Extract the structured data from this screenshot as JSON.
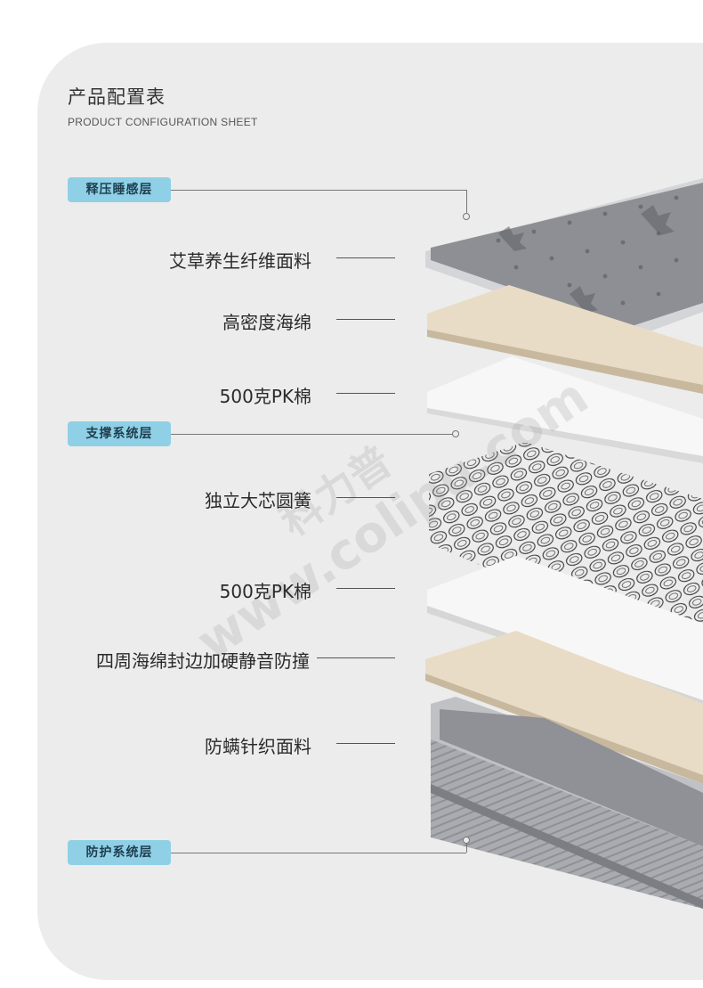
{
  "header": {
    "title": "产品配置表",
    "subtitle": "PRODUCT CONFIGURATION SHEET"
  },
  "sections": [
    {
      "label": "释压睡感层"
    },
    {
      "label": "支撑系统层"
    },
    {
      "label": "防护系统层"
    }
  ],
  "layers": [
    {
      "label": "艾草养生纤维面料"
    },
    {
      "label": "高密度海绵"
    },
    {
      "label": "500克PK棉"
    },
    {
      "label": "独立大芯圆簧"
    },
    {
      "label": "500克PK棉"
    },
    {
      "label": "四周海绵封边加硬静音防撞"
    },
    {
      "label": "防螨针织面料"
    }
  ],
  "watermark": {
    "brand": "科力普",
    "site": "colipu.com",
    "www": "www."
  },
  "colors": {
    "badge": "#8fd0e6",
    "panel": "#ececec",
    "fabric_top": "#8d8f94",
    "foam": "#e9dcc7",
    "pk_cotton": "#f7f7f7"
  }
}
